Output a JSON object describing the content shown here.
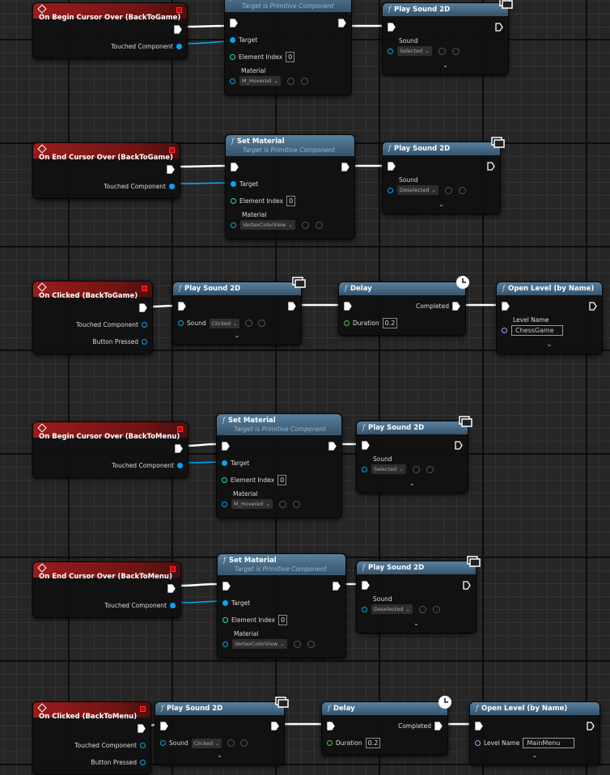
{
  "colors": {
    "exec": "#ffffff",
    "object": "#00a8f4",
    "int": "#1fe3af",
    "float": "#5ec626",
    "name": "#c58cff",
    "event_header": "#9a1c1c",
    "function_header": "#4f7897"
  },
  "graph": {
    "nodes": [
      {
        "id": "n1",
        "kind": "event",
        "title": "On Begin Cursor Over (BackToGame)",
        "rows": [
          {
            "out": {
              "type": "exec",
              "connected": true
            }
          },
          {
            "out": {
              "type": "object",
              "label": "Touched Component",
              "connected": true
            }
          }
        ]
      },
      {
        "id": "n2",
        "kind": "function",
        "title": "Set Material",
        "subtitle": "Target is Primitive Component",
        "rows": [
          {
            "in": {
              "type": "exec",
              "connected": true
            },
            "out": {
              "type": "exec",
              "connected": true
            }
          },
          {
            "in": {
              "type": "object",
              "label": "Target",
              "connected": true
            }
          },
          {
            "in": {
              "type": "int",
              "label": "Element Index",
              "value": "0"
            }
          },
          {
            "in": {
              "type": "object",
              "label": "Material",
              "select": "M_Hovered"
            }
          }
        ]
      },
      {
        "id": "n3",
        "kind": "function",
        "title": "Play Sound 2D",
        "badge": "monitor",
        "rows": [
          {
            "in": {
              "type": "exec",
              "connected": true
            },
            "out": {
              "type": "exec"
            }
          },
          {
            "in": {
              "type": "object",
              "label": "Sound",
              "select": "Selected"
            }
          }
        ],
        "expand": true
      },
      {
        "id": "n4",
        "kind": "event",
        "title": "On End Cursor Over (BackToGame)",
        "rows": [
          {
            "out": {
              "type": "exec",
              "connected": true
            }
          },
          {
            "out": {
              "type": "object",
              "label": "Touched Component",
              "connected": true
            }
          }
        ]
      },
      {
        "id": "n5",
        "kind": "function",
        "title": "Set Material",
        "subtitle": "Target is Primitive Component",
        "rows": [
          {
            "in": {
              "type": "exec",
              "connected": true
            },
            "out": {
              "type": "exec",
              "connected": true
            }
          },
          {
            "in": {
              "type": "object",
              "label": "Target",
              "connected": true
            }
          },
          {
            "in": {
              "type": "int",
              "label": "Element Index",
              "value": "0"
            }
          },
          {
            "in": {
              "type": "object",
              "label": "Material",
              "select": "VertexColorView"
            }
          }
        ]
      },
      {
        "id": "n6",
        "kind": "function",
        "title": "Play Sound 2D",
        "badge": "monitor",
        "rows": [
          {
            "in": {
              "type": "exec",
              "connected": true
            },
            "out": {
              "type": "exec"
            }
          },
          {
            "in": {
              "type": "object",
              "label": "Sound",
              "select": "Deselected"
            }
          }
        ],
        "expand": true
      },
      {
        "id": "n7",
        "kind": "event",
        "title": "On Clicked (BackToGame)",
        "rows": [
          {
            "out": {
              "type": "exec",
              "connected": true
            }
          },
          {
            "out": {
              "type": "object",
              "label": "Touched Component"
            }
          },
          {
            "out": {
              "type": "object",
              "label": "Button Pressed"
            }
          }
        ]
      },
      {
        "id": "n8",
        "kind": "function",
        "title": "Play Sound 2D",
        "badge": "monitor",
        "rows": [
          {
            "in": {
              "type": "exec",
              "connected": true
            },
            "out": {
              "type": "exec",
              "connected": true
            }
          },
          {
            "in": {
              "type": "object",
              "label": "Sound",
              "inline": true,
              "select": "Clicked"
            }
          }
        ],
        "expand": true
      },
      {
        "id": "n9",
        "kind": "function",
        "title": "Delay",
        "badge": "clock",
        "rows": [
          {
            "in": {
              "type": "exec",
              "connected": true
            },
            "out": {
              "type": "exec",
              "label": "Completed",
              "connected": true
            }
          },
          {
            "in": {
              "type": "float",
              "label": "Duration",
              "value": "0.2"
            }
          }
        ]
      },
      {
        "id": "n10",
        "kind": "function",
        "title": "Open Level (by Name)",
        "rows": [
          {
            "in": {
              "type": "exec",
              "connected": true
            },
            "out": {
              "type": "exec"
            }
          },
          {
            "in": {
              "type": "name",
              "label": "Level Name",
              "text": "ChessGame"
            }
          }
        ],
        "expand": true
      },
      {
        "id": "n11",
        "kind": "event",
        "title": "On Begin Cursor Over (BackToMenu)",
        "rows": [
          {
            "out": {
              "type": "exec",
              "connected": true
            }
          },
          {
            "out": {
              "type": "object",
              "label": "Touched Component",
              "connected": true
            }
          }
        ]
      },
      {
        "id": "n12",
        "kind": "function",
        "title": "Set Material",
        "subtitle": "Target is Primitive Component",
        "rows": [
          {
            "in": {
              "type": "exec",
              "connected": true
            },
            "out": {
              "type": "exec",
              "connected": true
            }
          },
          {
            "in": {
              "type": "object",
              "label": "Target",
              "connected": true
            }
          },
          {
            "in": {
              "type": "int",
              "label": "Element Index",
              "value": "0"
            }
          },
          {
            "in": {
              "type": "object",
              "label": "Material",
              "select": "M_Hovered"
            }
          }
        ]
      },
      {
        "id": "n13",
        "kind": "function",
        "title": "Play Sound 2D",
        "badge": "monitor",
        "rows": [
          {
            "in": {
              "type": "exec",
              "connected": true
            },
            "out": {
              "type": "exec"
            }
          },
          {
            "in": {
              "type": "object",
              "label": "Sound",
              "select": "Selected"
            }
          }
        ],
        "expand": true
      },
      {
        "id": "n14",
        "kind": "event",
        "title": "On End Cursor Over (BackToMenu)",
        "rows": [
          {
            "out": {
              "type": "exec",
              "connected": true
            }
          },
          {
            "out": {
              "type": "object",
              "label": "Touched Component",
              "connected": true
            }
          }
        ]
      },
      {
        "id": "n15",
        "kind": "function",
        "title": "Set Material",
        "subtitle": "Target is Primitive Component",
        "rows": [
          {
            "in": {
              "type": "exec",
              "connected": true
            },
            "out": {
              "type": "exec",
              "connected": true
            }
          },
          {
            "in": {
              "type": "object",
              "label": "Target",
              "connected": true
            }
          },
          {
            "in": {
              "type": "int",
              "label": "Element Index",
              "value": "0"
            }
          },
          {
            "in": {
              "type": "object",
              "label": "Material",
              "select": "VertexColorView"
            }
          }
        ]
      },
      {
        "id": "n16",
        "kind": "function",
        "title": "Play Sound 2D",
        "badge": "monitor",
        "rows": [
          {
            "in": {
              "type": "exec",
              "connected": true
            },
            "out": {
              "type": "exec"
            }
          },
          {
            "in": {
              "type": "object",
              "label": "Sound",
              "select": "Deselected"
            }
          }
        ],
        "expand": true
      },
      {
        "id": "n17",
        "kind": "event",
        "title": "On Clicked (BackToMenu)",
        "rows": [
          {
            "out": {
              "type": "exec",
              "connected": true
            }
          },
          {
            "out": {
              "type": "object",
              "label": "Touched Component"
            }
          },
          {
            "out": {
              "type": "object",
              "label": "Button Pressed"
            }
          }
        ]
      },
      {
        "id": "n18",
        "kind": "function",
        "title": "Play Sound 2D",
        "badge": "monitor",
        "rows": [
          {
            "in": {
              "type": "exec",
              "connected": true
            },
            "out": {
              "type": "exec",
              "connected": true
            }
          },
          {
            "in": {
              "type": "object",
              "label": "Sound",
              "inline": true,
              "select": "Clicked"
            }
          }
        ],
        "expand": true
      },
      {
        "id": "n19",
        "kind": "function",
        "title": "Delay",
        "badge": "clock",
        "rows": [
          {
            "in": {
              "type": "exec",
              "connected": true
            },
            "out": {
              "type": "exec",
              "label": "Completed",
              "connected": true
            }
          },
          {
            "in": {
              "type": "float",
              "label": "Duration",
              "value": "0.2"
            }
          }
        ]
      },
      {
        "id": "n20",
        "kind": "function",
        "title": "Open Level (by Name)",
        "rows": [
          {
            "in": {
              "type": "exec",
              "connected": true
            },
            "out": {
              "type": "exec"
            }
          },
          {
            "in": {
              "type": "name",
              "label": "Level Name",
              "inline": true,
              "text": "MainMenu"
            }
          }
        ],
        "expand": true
      }
    ]
  }
}
